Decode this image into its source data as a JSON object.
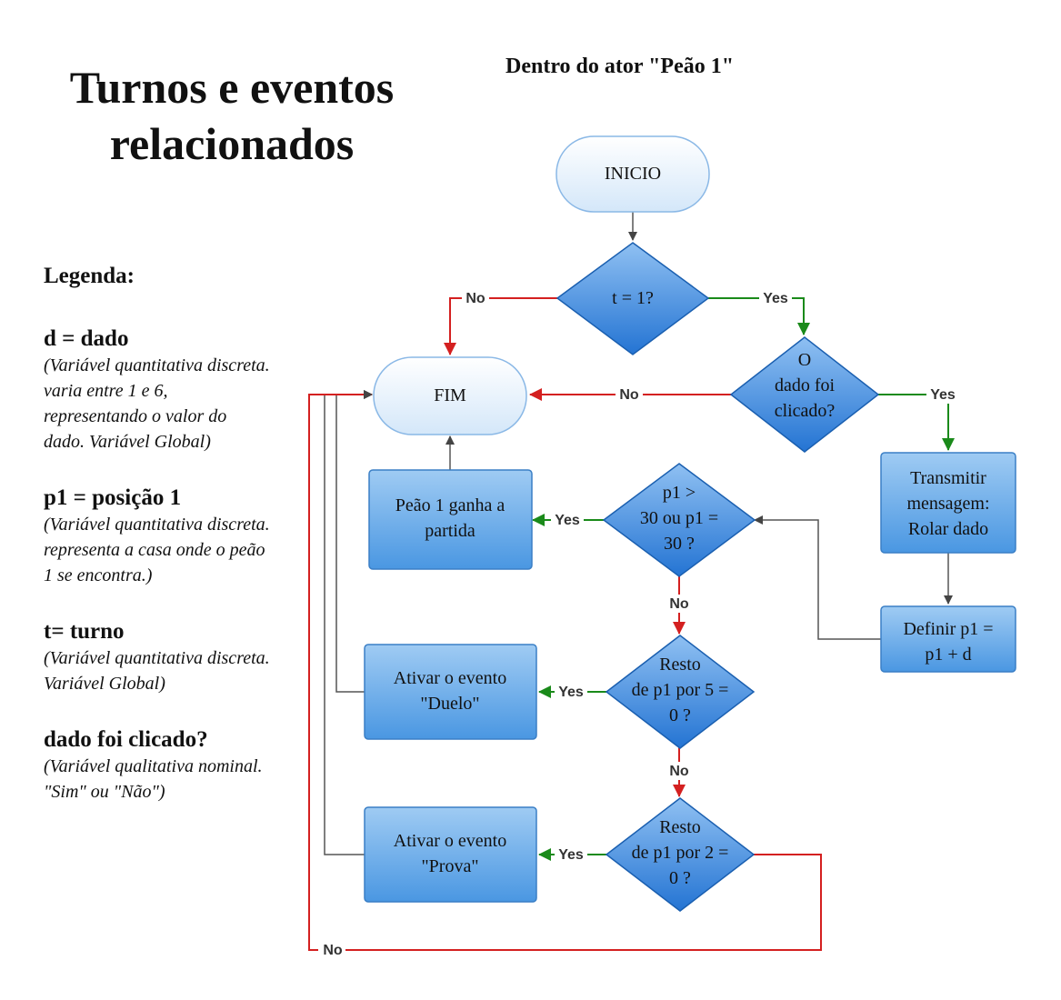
{
  "page": {
    "title": "Turnos e eventos relacionados",
    "subtitle": "Dentro do ator \"Peão 1\""
  },
  "legend": {
    "heading": "Legenda:",
    "items": [
      {
        "term": "d = dado",
        "desc": "(Variável quantitativa discreta. varia entre 1 e 6, representando o valor do dado. Variável Global)"
      },
      {
        "term": "p1 = posição 1",
        "desc": "(Variável quantitativa discreta. representa a casa onde o peão 1 se encontra.)"
      },
      {
        "term": "t= turno",
        "desc": "(Variável quantitativa discreta. Variável Global)"
      },
      {
        "term": "dado foi clicado?",
        "desc": "(Variável qualitativa nominal. \"Sim\" ou \"Não\")"
      }
    ]
  },
  "flowchart": {
    "nodes": {
      "inicio": [
        "INICIO"
      ],
      "fim": [
        "FIM"
      ],
      "t_eq_1": [
        "t = 1?"
      ],
      "dado_clicado": [
        "O",
        "dado foi",
        "clicado?"
      ],
      "transmitir": [
        "Transmitir",
        "mensagem:",
        "Rolar dado"
      ],
      "definir_p1": [
        "Definir p1 =",
        "p1 + d"
      ],
      "p1_gt_30": [
        "p1 >",
        "30 ou p1 =",
        "30 ?"
      ],
      "peao_ganha": [
        "Peão 1 ganha a",
        "partida"
      ],
      "resto_5": [
        "Resto",
        "de p1 por 5 =",
        "0 ?"
      ],
      "duelo": [
        "Ativar o evento",
        "\"Duelo\""
      ],
      "resto_2": [
        "Resto",
        "de p1 por 2 =",
        "0 ?"
      ],
      "prova": [
        "Ativar o evento",
        "\"Prova\""
      ]
    },
    "edge_labels": {
      "yes": "Yes",
      "no": "No"
    },
    "colors": {
      "yes_edge": "#1a8a1a",
      "no_edge": "#d42020",
      "neutral_edge": "#555555",
      "terminal_fill": "#e4f0fb",
      "process_fill": "#5aa2e6",
      "decision_fill": "#2f7fd8"
    }
  }
}
